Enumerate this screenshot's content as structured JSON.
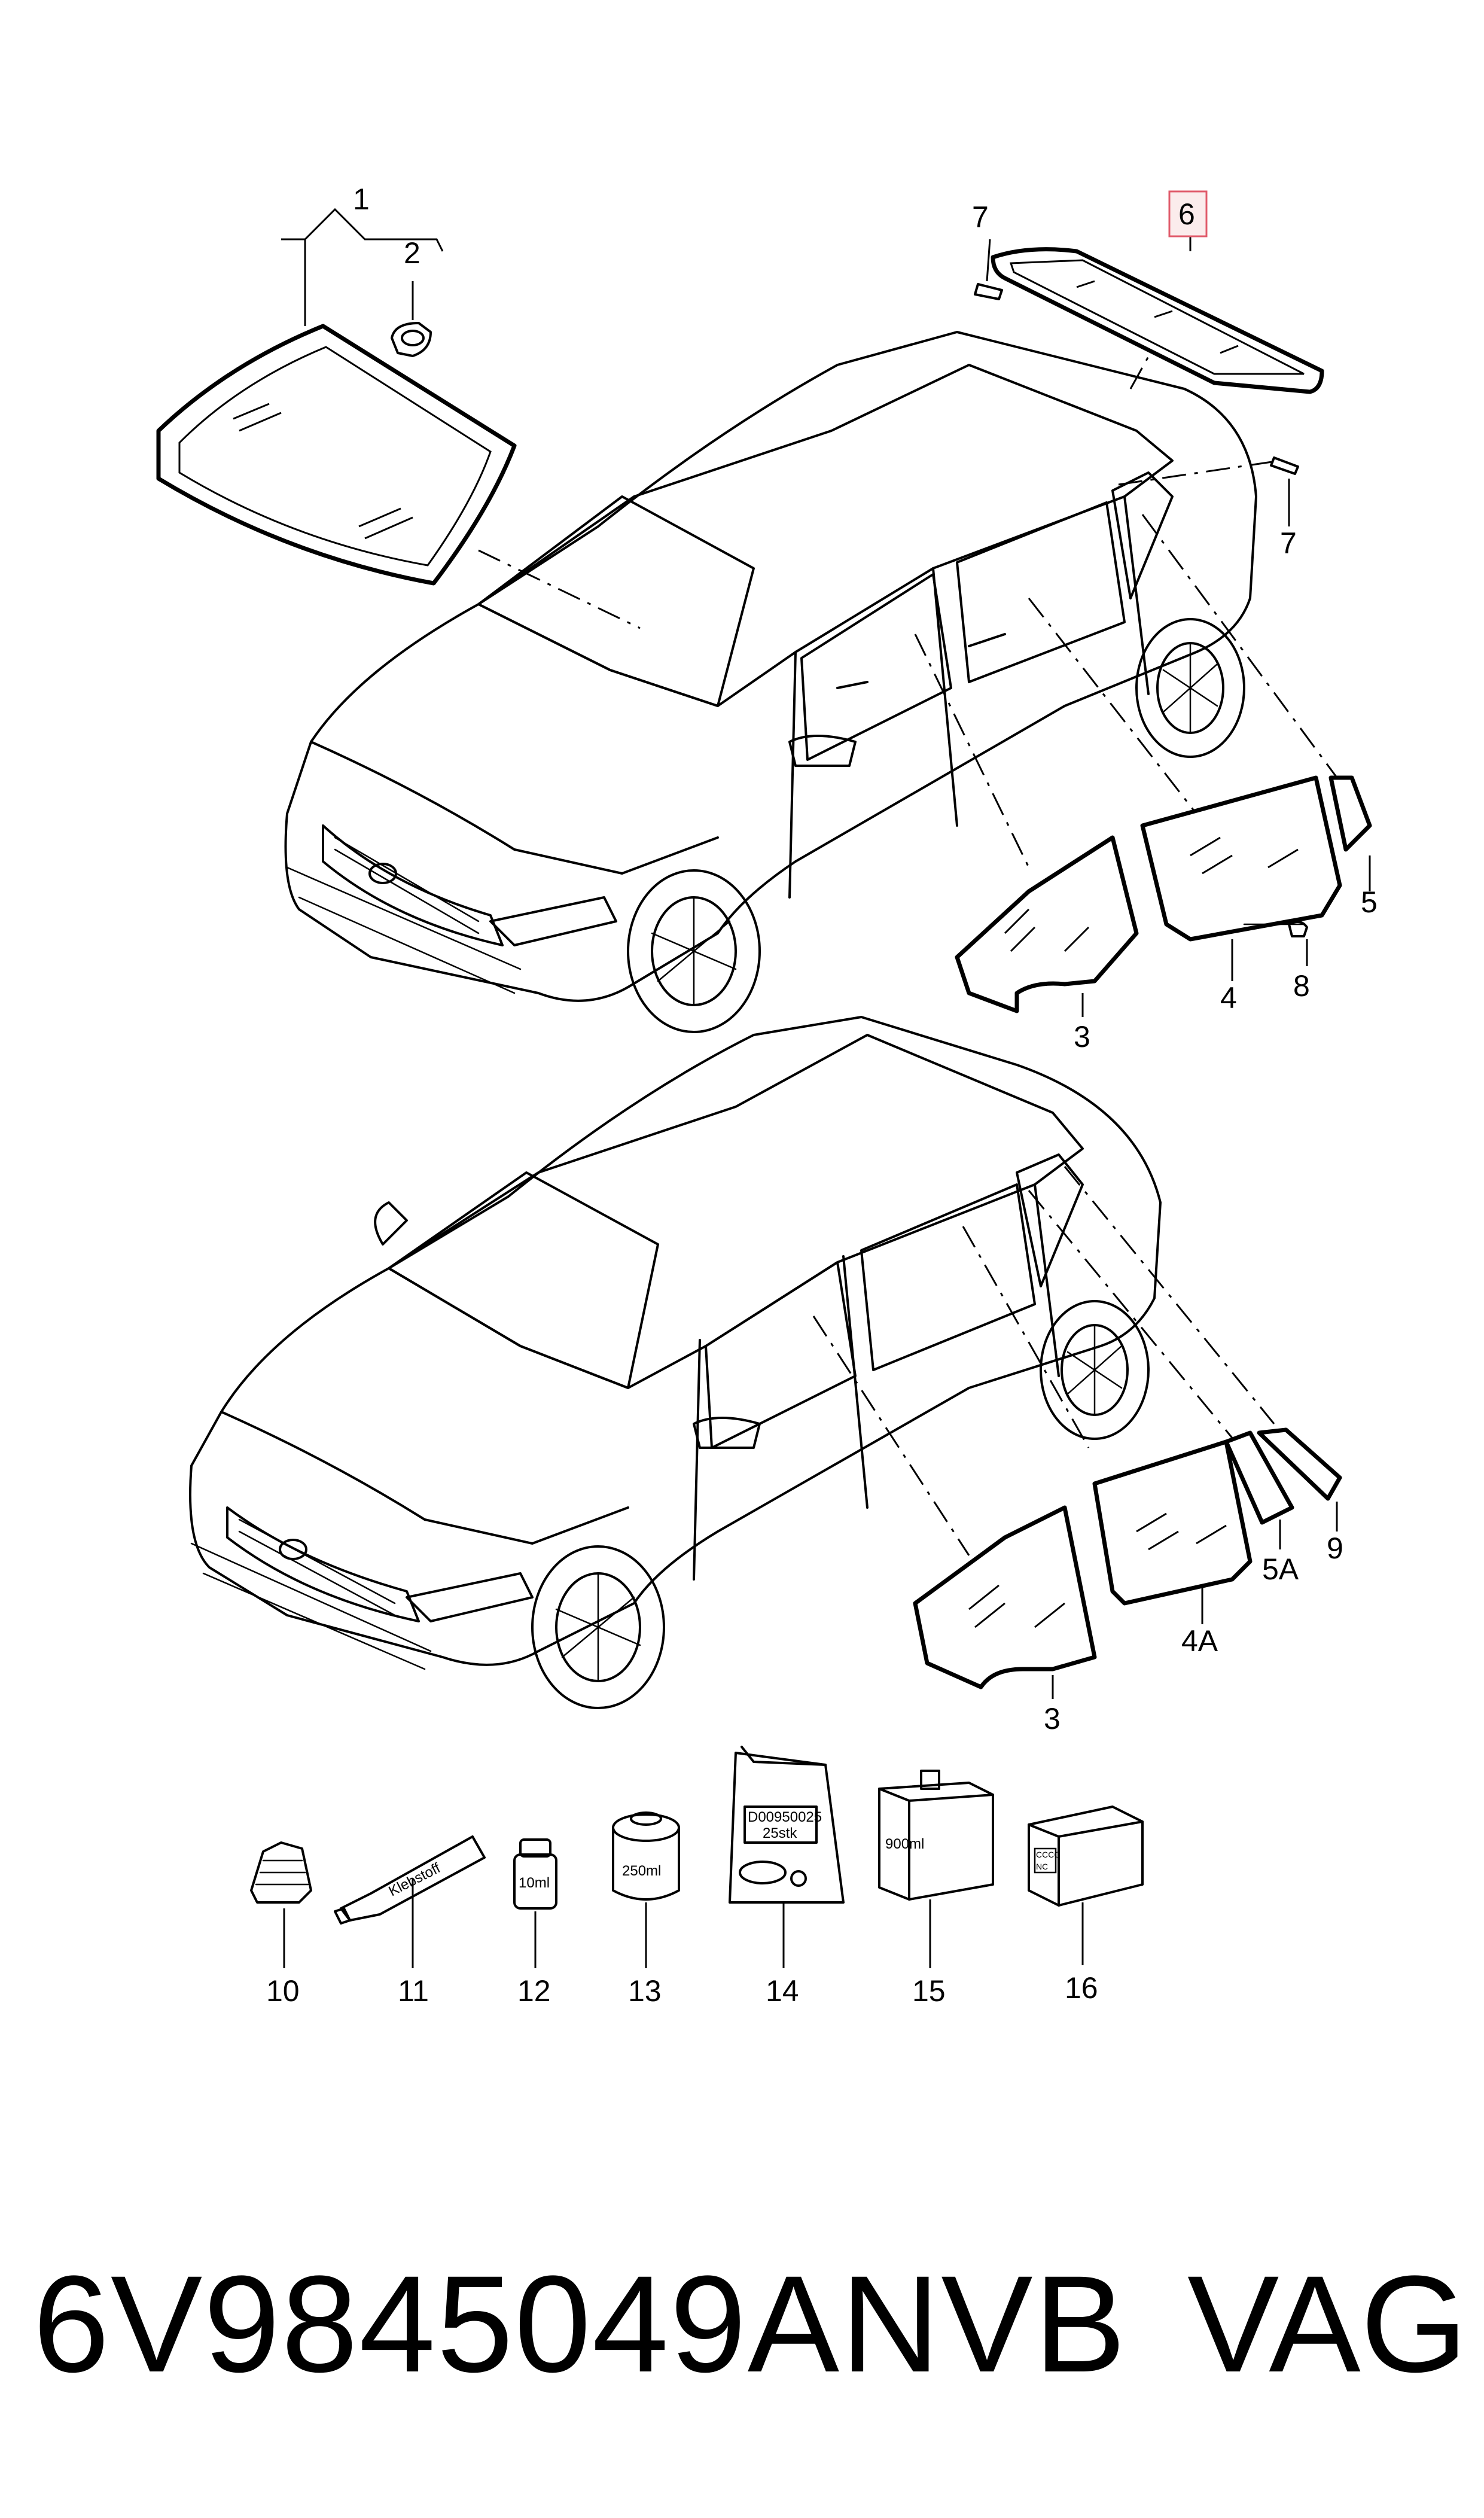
{
  "callouts": {
    "c1": "1",
    "c2": "2",
    "c6": "6",
    "c7a": "7",
    "c7b": "7",
    "c3a": "3",
    "c4": "4",
    "c5": "5",
    "c8": "8",
    "c3b": "3",
    "c4A": "4A",
    "c5A": "5A",
    "c9": "9",
    "c10": "10",
    "c11": "11",
    "c12": "12",
    "c13": "13",
    "c14": "14",
    "c15": "15",
    "c16": "16"
  },
  "product_labels": {
    "klebstoff": "Klebstoff",
    "ml10": "10ml",
    "ml250": "250ml",
    "bag_code": "D00950025",
    "bag_qty": "25stk",
    "ml900": "900ml",
    "box_line1": "CCCC",
    "box_line2": "NC"
  },
  "footer": {
    "part_number": "6V9845049ANVB",
    "brand": "VAG"
  },
  "highlight_color": "#e05a6a"
}
